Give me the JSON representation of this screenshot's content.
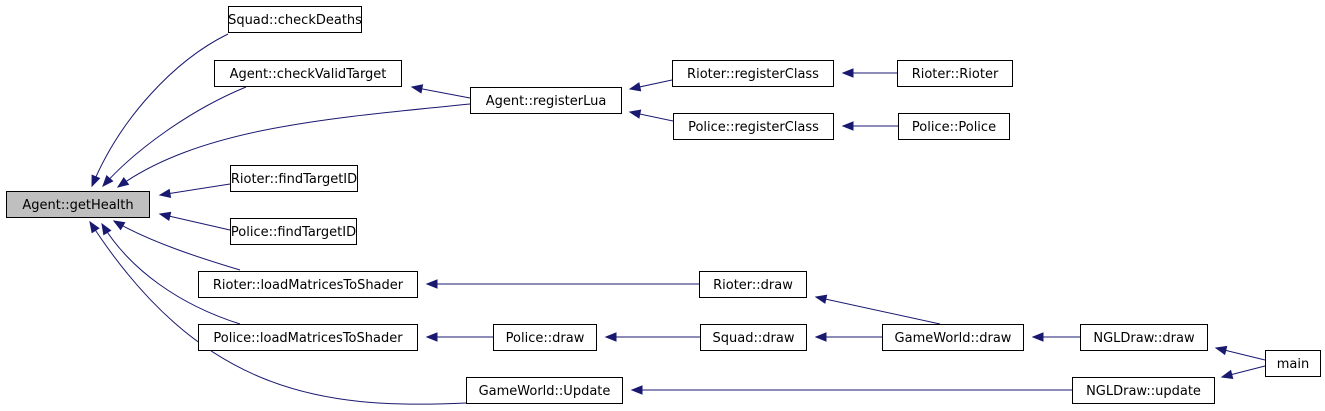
{
  "diagram": {
    "root": "Agent::getHealth",
    "nodes": [
      {
        "id": "getHealth",
        "label": "Agent::getHealth",
        "root": true
      },
      {
        "id": "checkDeaths",
        "label": "Squad::checkDeaths"
      },
      {
        "id": "checkValidTarget",
        "label": "Agent::checkValidTarget"
      },
      {
        "id": "registerLua",
        "label": "Agent::registerLua"
      },
      {
        "id": "rioterRegisterClass",
        "label": "Rioter::registerClass"
      },
      {
        "id": "rioterRioter",
        "label": "Rioter::Rioter"
      },
      {
        "id": "policeRegisterClass",
        "label": "Police::registerClass"
      },
      {
        "id": "policePolice",
        "label": "Police::Police"
      },
      {
        "id": "rioterFindTargetID",
        "label": "Rioter::findTargetID"
      },
      {
        "id": "policeFindTargetID",
        "label": "Police::findTargetID"
      },
      {
        "id": "rioterLoadMatrices",
        "label": "Rioter::loadMatricesToShader"
      },
      {
        "id": "rioterDraw",
        "label": "Rioter::draw"
      },
      {
        "id": "policeLoadMatrices",
        "label": "Police::loadMatricesToShader"
      },
      {
        "id": "policeDraw",
        "label": "Police::draw"
      },
      {
        "id": "squadDraw",
        "label": "Squad::draw"
      },
      {
        "id": "gameWorldDraw",
        "label": "GameWorld::draw"
      },
      {
        "id": "nglDrawDraw",
        "label": "NGLDraw::draw"
      },
      {
        "id": "main",
        "label": "main"
      },
      {
        "id": "gameWorldUpdate",
        "label": "GameWorld::Update"
      },
      {
        "id": "nglDrawUpdate",
        "label": "NGLDraw::update"
      }
    ],
    "edges": [
      {
        "from": "checkDeaths",
        "to": "getHealth"
      },
      {
        "from": "checkValidTarget",
        "to": "getHealth"
      },
      {
        "from": "registerLua",
        "to": "getHealth"
      },
      {
        "from": "rioterFindTargetID",
        "to": "getHealth"
      },
      {
        "from": "policeFindTargetID",
        "to": "getHealth"
      },
      {
        "from": "rioterLoadMatrices",
        "to": "getHealth"
      },
      {
        "from": "policeLoadMatrices",
        "to": "getHealth"
      },
      {
        "from": "gameWorldUpdate",
        "to": "getHealth"
      },
      {
        "from": "registerLua",
        "to": "checkValidTarget"
      },
      {
        "from": "rioterRegisterClass",
        "to": "registerLua"
      },
      {
        "from": "policeRegisterClass",
        "to": "registerLua"
      },
      {
        "from": "rioterRioter",
        "to": "rioterRegisterClass"
      },
      {
        "from": "policePolice",
        "to": "policeRegisterClass"
      },
      {
        "from": "rioterDraw",
        "to": "rioterLoadMatrices"
      },
      {
        "from": "policeDraw",
        "to": "policeLoadMatrices"
      },
      {
        "from": "squadDraw",
        "to": "policeDraw"
      },
      {
        "from": "gameWorldDraw",
        "to": "rioterDraw"
      },
      {
        "from": "gameWorldDraw",
        "to": "squadDraw"
      },
      {
        "from": "nglDrawDraw",
        "to": "gameWorldDraw"
      },
      {
        "from": "main",
        "to": "nglDrawDraw"
      },
      {
        "from": "nglDrawUpdate",
        "to": "gameWorldUpdate"
      },
      {
        "from": "main",
        "to": "nglDrawUpdate"
      }
    ]
  }
}
